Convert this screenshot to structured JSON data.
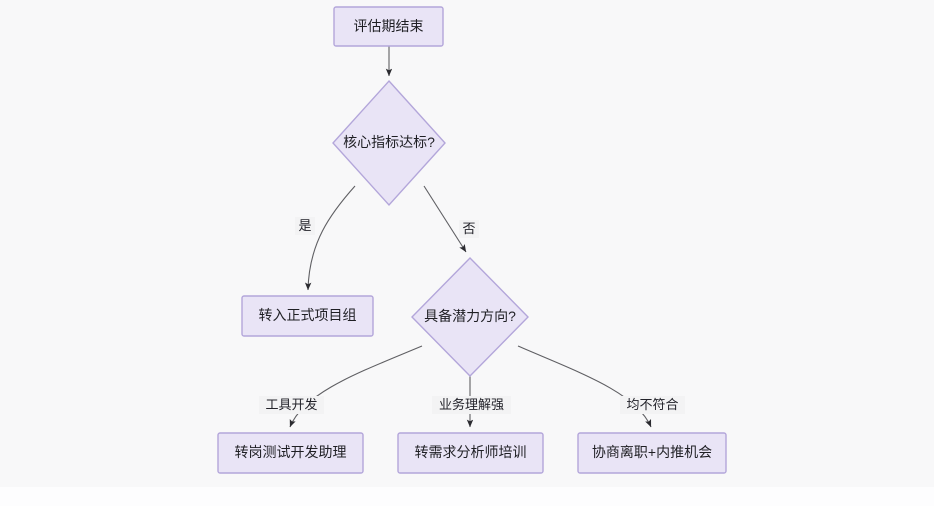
{
  "diagram": {
    "type": "flowchart",
    "direction": "top-down",
    "background_color": "#f8f8f9",
    "node_fill_color": "#e9e4f6",
    "node_border_color": "#b3a6da",
    "edge_color": "#5f5f63",
    "text_color": "#1f1f24",
    "nodes": [
      {
        "id": "n1",
        "shape": "rectangle",
        "label": "评估期结束"
      },
      {
        "id": "n2",
        "shape": "diamond",
        "label": "核心指标达标?"
      },
      {
        "id": "n3",
        "shape": "rectangle",
        "label": "转入正式项目组"
      },
      {
        "id": "n4",
        "shape": "diamond",
        "label": "具备潜力方向?"
      },
      {
        "id": "n5",
        "shape": "rectangle",
        "label": "转岗测试开发助理"
      },
      {
        "id": "n6",
        "shape": "rectangle",
        "label": "转需求分析师培训"
      },
      {
        "id": "n7",
        "shape": "rectangle",
        "label": "协商离职+内推机会"
      }
    ],
    "edges": [
      {
        "from": "n1",
        "to": "n2",
        "label": ""
      },
      {
        "from": "n2",
        "to": "n3",
        "label": "是"
      },
      {
        "from": "n2",
        "to": "n4",
        "label": "否"
      },
      {
        "from": "n4",
        "to": "n5",
        "label": "工具开发"
      },
      {
        "from": "n4",
        "to": "n6",
        "label": "业务理解强"
      },
      {
        "from": "n4",
        "to": "n7",
        "label": "均不符合"
      }
    ]
  }
}
